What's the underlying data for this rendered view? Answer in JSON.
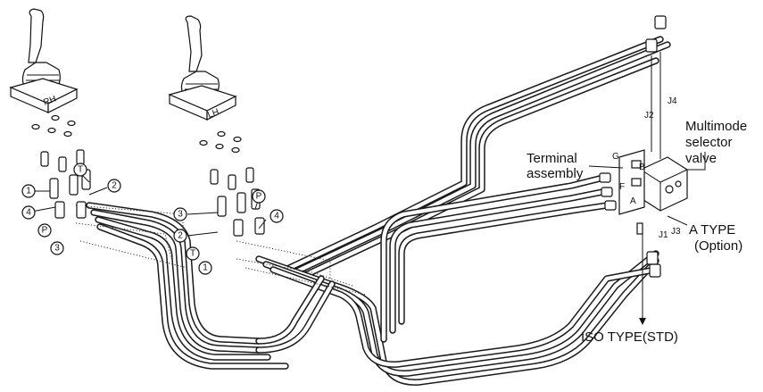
{
  "labels": {
    "rh": "RH",
    "lh": "LH",
    "terminal_assembly_line1": "Terminal",
    "terminal_assembly_line2": "assembly",
    "multimode_line1": "Multimode",
    "multimode_line2": "selector",
    "multimode_line3": "valve",
    "a_type_line1": "A TYPE",
    "a_type_line2": "(Option)",
    "iso_type": "ISO TYPE(STD)",
    "j1": "J1",
    "j2": "J2",
    "j3": "J3",
    "j4": "J4",
    "port_a": "A",
    "port_b": "B",
    "port_f": "F",
    "port_g": "G"
  },
  "rh_ports": {
    "p1": "1",
    "p2": "2",
    "p3": "3",
    "p4": "4",
    "pp": "P",
    "pt": "T"
  },
  "lh_ports": {
    "p1": "1",
    "p2": "2",
    "p3": "3",
    "p4": "4",
    "pp": "P",
    "pt": "T"
  }
}
